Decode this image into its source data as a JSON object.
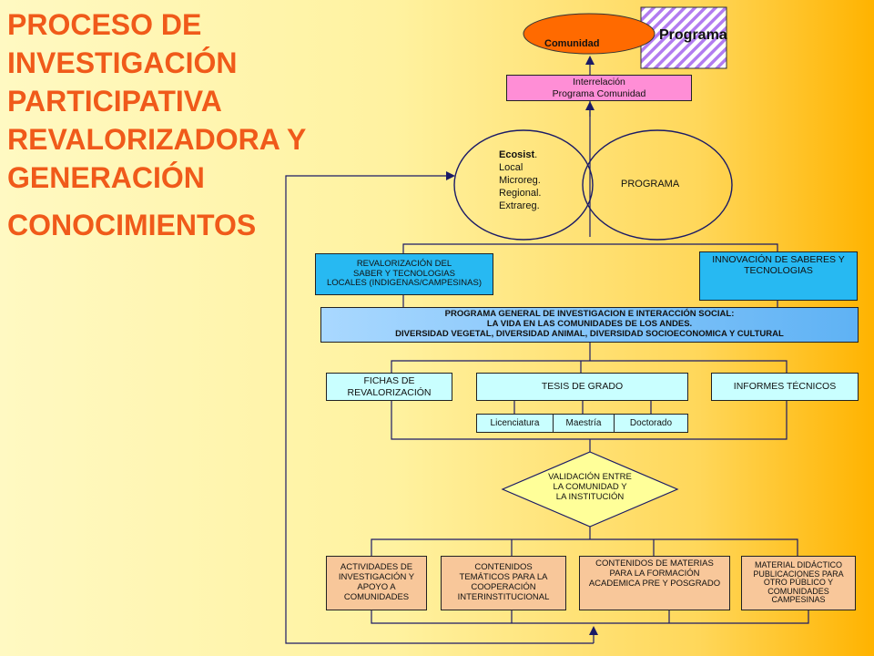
{
  "title": {
    "lines": [
      "PROCESO DE",
      "INVESTIGACIÓN",
      "PARTICIPATIVA",
      "REVALORIZADORA Y",
      "GENERACIÓN"
    ],
    "last_line": "CONOCIMIENTOS"
  },
  "top": {
    "comunidad": "Comunidad",
    "programa": "Programa",
    "interrelacion": "Interrelación\nPrograma Comunidad"
  },
  "venn": {
    "ecosist_bold": "Ecosist",
    "ecosist_rest": ".\nLocal\nMicroreg.\nRegional.\nExtrareg.",
    "programa": "PROGRAMA"
  },
  "row1": {
    "revalorizacion": "REVALORIZACIÓN DEL\nSABER Y TECNOLOGIAS\nLOCALES (INDIGENAS/CAMPESINAS)",
    "innovacion": "INNOVACIÓN DE SABERES Y\nTECNOLOGIAS"
  },
  "programa_general": "PROGRAMA GENERAL DE INVESTIGACION E INTERACCIÓN SOCIAL:\nLA VIDA EN LAS COMUNIDADES DE LOS ANDES.\nDIVERSIDAD VEGETAL, DIVERSIDAD ANIMAL, DIVERSIDAD SOCIOECONOMICA Y CULTURAL",
  "products": {
    "fichas": "FICHAS DE\nREVALORIZACIÓN",
    "tesis": "TESIS DE GRADO",
    "informes": "INFORMES TÉCNICOS",
    "levels": [
      "Licenciatura",
      "Maestría",
      "Doctorado"
    ]
  },
  "validacion": "VALIDACIÓN ENTRE\nLA COMUNIDAD Y\nLA INSTITUCIÓN",
  "outputs": [
    "ACTIVIDADES DE\nINVESTIGACIÓN Y\nAPOYO A\nCOMUNIDADES",
    "CONTENIDOS\nTEMÁTICOS PARA LA\nCOOPERACIÓN\nINTERINSTITUCIONAL",
    "CONTENIDOS DE MATERIAS\nPARA LA FORMACIÓN\nACADEMICA PRE Y POSGRADO",
    "MATERIAL DIDÁCTICO\nPUBLICACIONES PARA\nOTRO PÚBLICO Y\nCOMUNIDADES\nCAMPESINAS"
  ],
  "colors": {
    "title": "#f05a1a",
    "orange_ellipse": "#ff6a00",
    "programa_hatch": "#b27cf0",
    "cyan": "#27b9f2",
    "light_cyan": "#c9ffff",
    "pink": "#ff8ed6",
    "diamond": "#ffff99",
    "tan": "#f8c79a",
    "connector": "#1a1a66"
  }
}
